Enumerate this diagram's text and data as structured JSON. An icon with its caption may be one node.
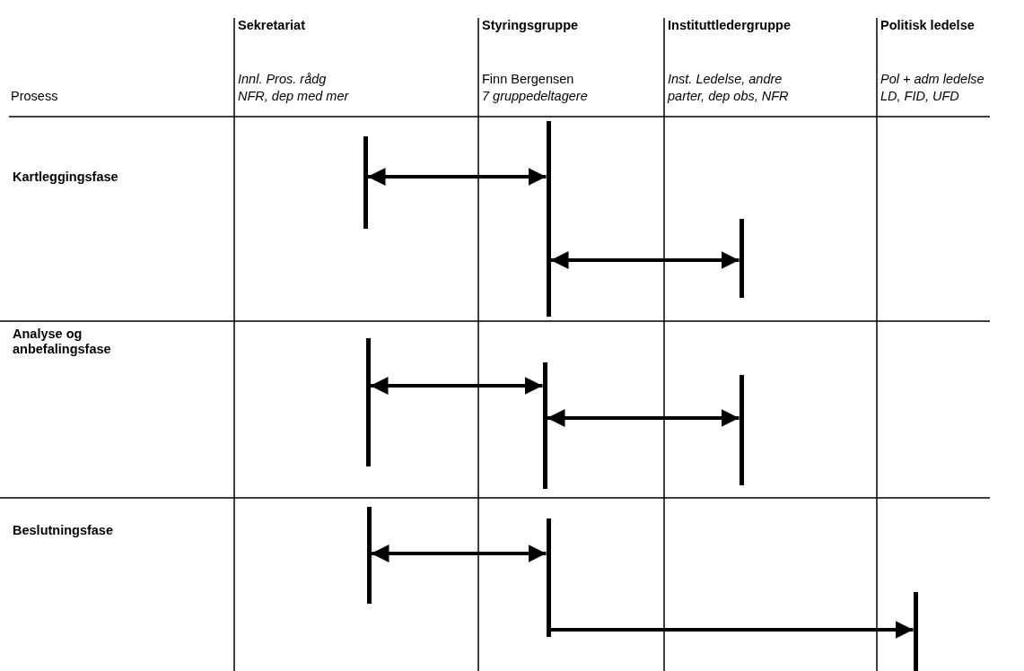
{
  "diagram": {
    "nodes": [
      {
        "text": [],
        "shape": "bar"
      },
      {
        "text": [],
        "shape": "bar"
      },
      {
        "text": [],
        "shape": "bar"
      },
      {
        "text": [],
        "shape": "bar"
      },
      {
        "text": [],
        "shape": "bar"
      },
      {
        "text": [],
        "shape": "bar"
      },
      {
        "text": [],
        "shape": "bar"
      },
      {
        "text": [],
        "shape": "bar"
      },
      {
        "text": [],
        "shape": "bar"
      }
    ],
    "edges": [
      {
        "from": 0,
        "to": 1,
        "arrow": "both"
      },
      {
        "from": 1,
        "to": 2,
        "arrow": "both"
      },
      {
        "from": 3,
        "to": 4,
        "arrow": "both"
      },
      {
        "from": 4,
        "to": 5,
        "arrow": "both"
      },
      {
        "from": 6,
        "to": 7,
        "arrow": "both"
      },
      {
        "from": 7,
        "to": 8,
        "arrow": "to"
      }
    ],
    "labels": [
      "Sekretariat",
      "Styringsgruppe",
      "Instituttledergruppe",
      "Politisk ledelse",
      "Innl. Pros. rådg",
      "Finn Bergensen",
      "Inst. Ledelse, andre",
      "Pol + adm ledelse",
      "Prosess",
      "NFR, dep med mer",
      "7 gruppedeltagere",
      "parter, dep obs, NFR",
      "LD, FID, UFD",
      "Kartleggingsfase",
      "Analyse og anbefalingsfase",
      "Beslutningsfase"
    ]
  }
}
